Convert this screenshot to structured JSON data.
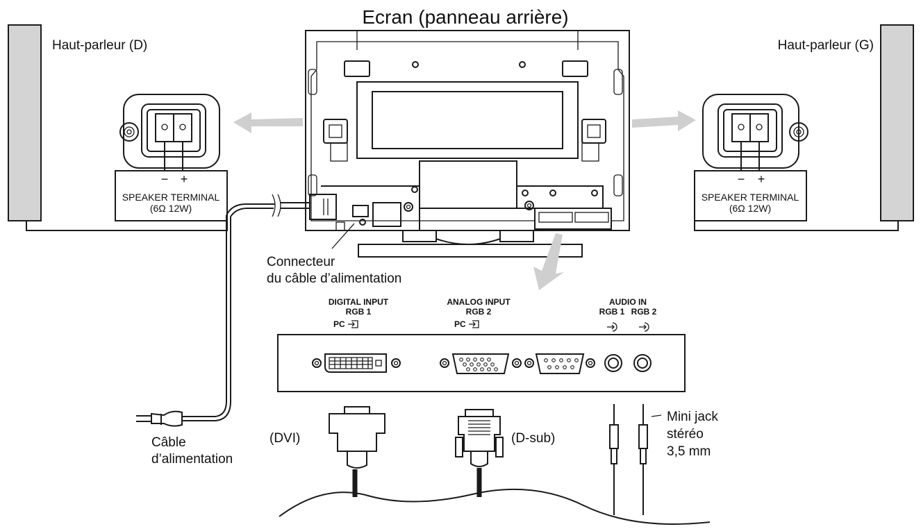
{
  "title": "Ecran (panneau arrière)",
  "speakers": {
    "right_label": "Haut-parleur (D)",
    "left_label": "Haut-parleur (G)"
  },
  "speaker_terminal": {
    "minus": "−",
    "plus": "+",
    "line1": "SPEAKER TERMINAL",
    "line2": "(6Ω 12W)"
  },
  "power_connector": {
    "line1": "Connecteur",
    "line2": "du câble d’alimentation"
  },
  "power_cable": {
    "line1": "Câble",
    "line2": "d’alimentation"
  },
  "inputs": {
    "digital_title1": "DIGITAL INPUT",
    "digital_title2": "RGB 1",
    "digital_pc": "PC",
    "analog_title1": "ANALOG INPUT",
    "analog_title2": "RGB 2",
    "analog_pc": "PC",
    "audio_title": "AUDIO IN",
    "audio_rgb1": "RGB 1",
    "audio_rgb2": "RGB 2"
  },
  "cables": {
    "dvi": "(DVI)",
    "dsub": "(D-sub)",
    "minijack1": "Mini jack",
    "minijack2": "stéréo",
    "minijack3": "3,5 mm"
  },
  "colors": {
    "arrow_grey": "#cfcfcf",
    "speaker_grey": "#d4d4d4",
    "line": "#1a1a1a"
  }
}
